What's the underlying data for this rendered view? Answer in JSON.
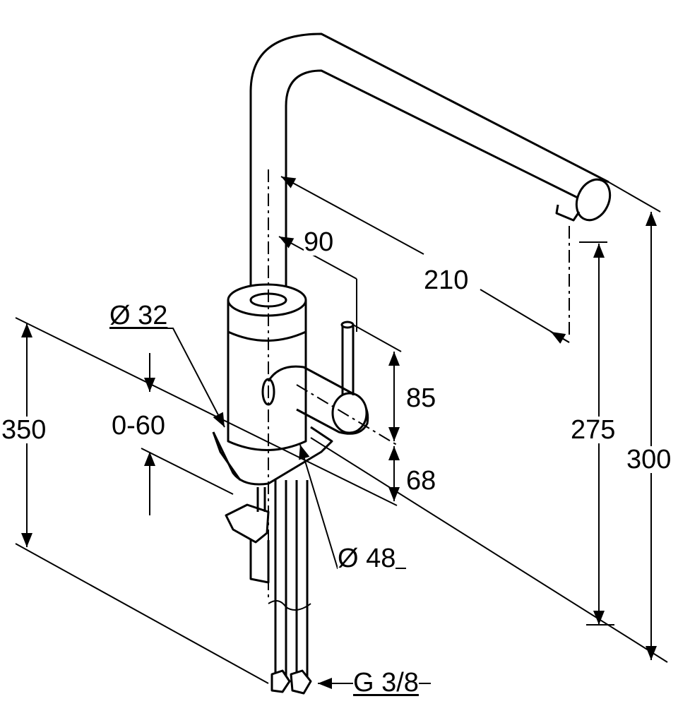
{
  "dimensions": {
    "spout_offset": "90",
    "spout_reach": "210",
    "spout_diameter": "Ø 32",
    "total_width": "350",
    "deck_thickness": "0-60",
    "handle_height": "85",
    "handle_base_height": "68",
    "outlet_height": "275",
    "total_height": "300",
    "base_diameter": "Ø 48",
    "connection": "G 3/8"
  }
}
